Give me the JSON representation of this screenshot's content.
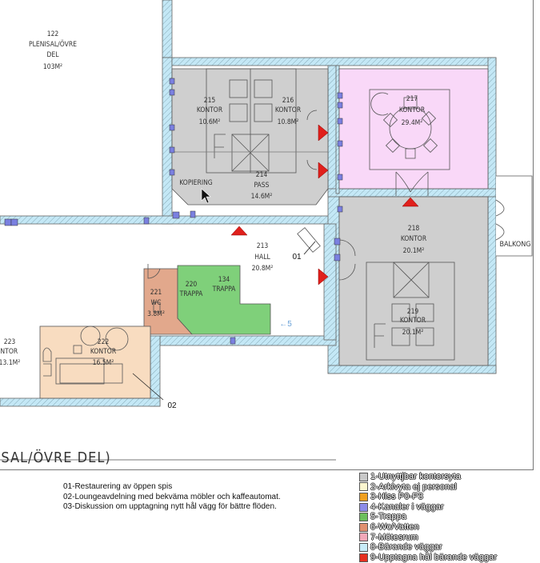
{
  "rooms": {
    "r122": {
      "number": "122",
      "name": "PLENISAL/ÖVRE",
      "name2": "DEL",
      "area": "103M²"
    },
    "r215": {
      "number": "215",
      "name": "KONTOR",
      "area": "10.6M²"
    },
    "r216": {
      "number": "216",
      "name": "KONTOR",
      "area": "10.8M²"
    },
    "r214": {
      "number": "214",
      "name": "PASS",
      "area": "14.6M²"
    },
    "kopiering": {
      "name": "KOPIERING"
    },
    "r217": {
      "number": "217",
      "name": "KONTOR",
      "area": "29.4M²"
    },
    "r218": {
      "number": "218",
      "name": "KONTOR",
      "area": "20.1M²"
    },
    "r219": {
      "number": "219",
      "name": "KONTOR",
      "area": "20.1M²"
    },
    "r213": {
      "number": "213",
      "name": "HALL",
      "area": "20.8M²"
    },
    "r220": {
      "number": "220",
      "name": "TRAPPA"
    },
    "r134": {
      "number": "134",
      "name": "TRAPPA"
    },
    "r221": {
      "number": "221",
      "name": "WC",
      "area": "3.8M²"
    },
    "r222": {
      "number": "222",
      "name": "KONTOR",
      "area": "16.5M²"
    },
    "r223": {
      "number": "223",
      "name": "KONTOR",
      "area": "13.1M²"
    },
    "balkong": {
      "name": "BALKONG"
    },
    "bottom_partial": {
      "name": "SAL/ÖVRE DEL)"
    }
  },
  "markers": {
    "m01": "01",
    "m02": "02",
    "arrow5": "←5"
  },
  "notes": [
    "01-Restaurering av öppen spis",
    "02-Loungeavdelning med bekväma möbler och kaffeautomat.",
    "03-Diskussion om upptagning nytt hål vägg för bättre flöden."
  ],
  "legend": [
    {
      "label": "1-Utnyttjbar kontorsyta",
      "color": "#c8c8c8"
    },
    {
      "label": "2-Arkivyta ej personal",
      "color": "#fbf6cf"
    },
    {
      "label": "3-Hiss P0-P3",
      "color": "#f0a020"
    },
    {
      "label": "4-Kanaler i väggar",
      "color": "#8c8ce8"
    },
    {
      "label": "5-Trappa",
      "color": "#6cbf5c"
    },
    {
      "label": "6-Wc/Vatten",
      "color": "#e09070"
    },
    {
      "label": "7-Mötesrum",
      "color": "#f2a8b8"
    },
    {
      "label": "8-Bärande väggar",
      "color": "#c8ecf8"
    },
    {
      "label": "9-Upptagna hål bärande väggar",
      "color": "#e53020"
    }
  ],
  "colors": {
    "wall": "#c4e8f6",
    "office": "#cfcfcf",
    "meeting": "#f9d8f8",
    "stairs": "#7fd07a",
    "wc": "#e2a88c",
    "lounge": "#f8dcc0",
    "opening_marker": "#e0201c",
    "duct": "#7a80e0"
  }
}
